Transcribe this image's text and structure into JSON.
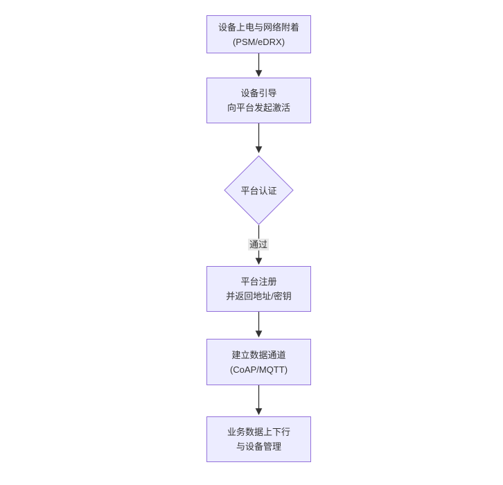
{
  "diagram": {
    "type": "flowchart",
    "direction": "top-down",
    "nodes": {
      "power_attach": {
        "line1": "设备上电与网络附着",
        "line2": "(PSM/eDRX)"
      },
      "bootstrap": {
        "line1": "设备引导",
        "line2": "向平台发起激活"
      },
      "auth": {
        "line1": "平台认证"
      },
      "register": {
        "line1": "平台注册",
        "line2": "并返回地址/密钥"
      },
      "channel": {
        "line1": "建立数据通道",
        "line2": "(CoAP/MQTT)"
      },
      "business": {
        "line1": "业务数据上下行",
        "line2": "与设备管理"
      }
    },
    "edges": {
      "auth_pass_label": "通过"
    },
    "colors": {
      "node_fill": "#ECECFF",
      "node_border": "#9370DB",
      "edge_line": "#333333",
      "edge_label_bg": "#e8e8e8",
      "text": "#333333",
      "background": "#ffffff"
    }
  }
}
